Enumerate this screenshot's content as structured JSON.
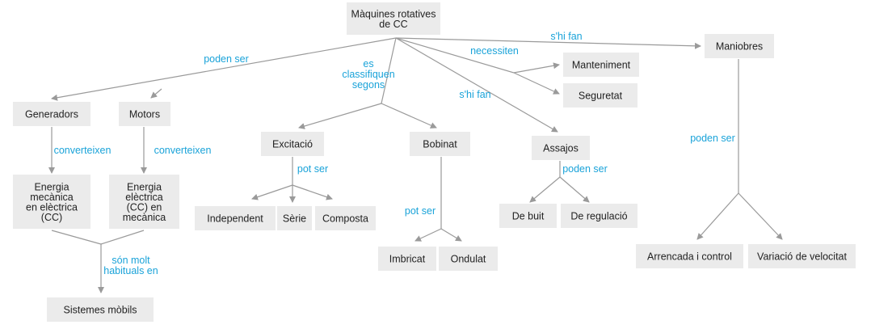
{
  "colors": {
    "node_fill": "#ebebeb",
    "node_text": "#222222",
    "line": "#9a9a9a",
    "label": "#1aa3d9"
  },
  "nodes": {
    "root": [
      "Màquines rotatives",
      "de CC"
    ],
    "generadors": [
      "Generadors"
    ],
    "motors": [
      "Motors"
    ],
    "energia_mecanica": [
      "Energia",
      "mecànica",
      "en elèctrica",
      "(CC)"
    ],
    "energia_electrica": [
      "Energia",
      "elèctrica",
      "(CC) en",
      "mecànica"
    ],
    "sistemes_mobils": [
      "Sistemes mòbils"
    ],
    "excitacio": [
      "Excitació"
    ],
    "independent": [
      "Independent"
    ],
    "serie": [
      "Sèrie"
    ],
    "composta": [
      "Composta"
    ],
    "bobinat": [
      "Bobinat"
    ],
    "imbricat": [
      "Imbricat"
    ],
    "ondulat": [
      "Ondulat"
    ],
    "manteniment": [
      "Manteniment"
    ],
    "seguretat": [
      "Seguretat"
    ],
    "assajos": [
      "Assajos"
    ],
    "de_buit": [
      "De buit"
    ],
    "de_regulacio": [
      "De regulació"
    ],
    "maniobres": [
      "Maniobres"
    ],
    "arrencada": [
      "Arrencada i control"
    ],
    "variacio": [
      "Variació de velocitat"
    ]
  },
  "labels": {
    "poden_ser_root": [
      "poden ser"
    ],
    "es_classifiquen": [
      "es",
      "classifiquen",
      "segons"
    ],
    "necessiten": [
      "necessiten"
    ],
    "shi_fan_maniobres": [
      "s'hi fan"
    ],
    "shi_fan_assajos": [
      "s'hi fan"
    ],
    "converteixen_gen": [
      "converteixen"
    ],
    "converteixen_mot": [
      "converteixen"
    ],
    "son_molt": [
      "són molt",
      "habituals en"
    ],
    "pot_ser_excitacio": [
      "pot ser"
    ],
    "pot_ser_bobinat": [
      "pot ser"
    ],
    "poden_ser_assajos": [
      "poden ser"
    ],
    "poden_ser_maniobres": [
      "poden ser"
    ]
  }
}
